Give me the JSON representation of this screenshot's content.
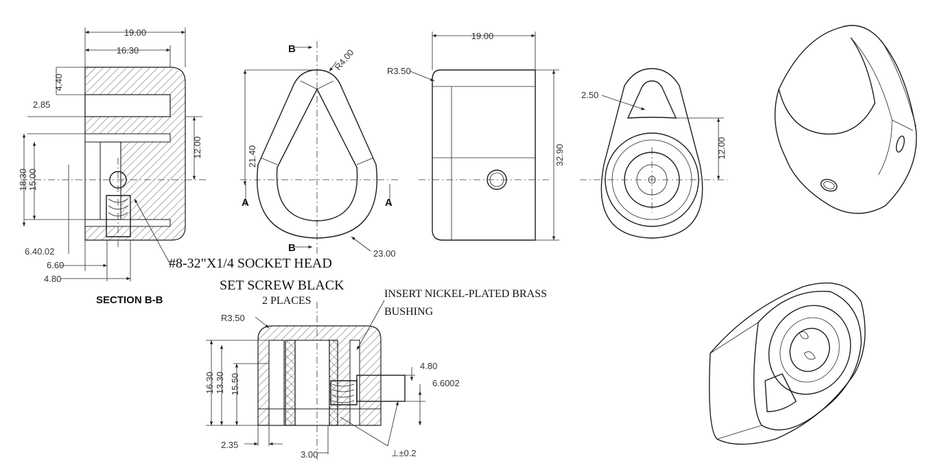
{
  "views": {
    "section": {
      "dims": {
        "overall_width": "19.00",
        "inner_width": "16.30",
        "top_wall": "4.40",
        "slot": "2.85",
        "height_a": "18.30",
        "height_b": "15.00",
        "hole_center": "12.00",
        "thread": "6.40.02",
        "bore": "6.60",
        "pin": "4.80"
      },
      "title": "SECTION B-B"
    },
    "front": {
      "section_mark_top": "B",
      "section_mark_bottom": "B",
      "arrow_left": "A",
      "arrow_right": "A",
      "dims": {
        "radius": "R4.00",
        "height": "21.40",
        "diameter": "23.00"
      }
    },
    "side": {
      "dims": {
        "width": "19.00",
        "radius": "R3.50",
        "height": "32.90"
      }
    },
    "back": {
      "dims": {
        "wall": "2.50",
        "offset": "12.00"
      }
    },
    "section_a": {
      "dims": {
        "radius": "R3.50",
        "height_a": "16.30",
        "height_b": "13.30",
        "height_c": "15.50",
        "pin": "4.80",
        "thread": "6.6002",
        "wall": "2.35",
        "gap": "3.00",
        "tolerance": "⊥±0.2"
      }
    }
  },
  "notes": {
    "screw_line1": "#8-32\"X1/4 SOCKET HEAD",
    "screw_line2": "SET SCREW BLACK",
    "screw_line3": "2 PLACES",
    "insert_line1": "INSERT NICKEL-PLATED BRASS",
    "insert_line2": "BUSHING"
  }
}
